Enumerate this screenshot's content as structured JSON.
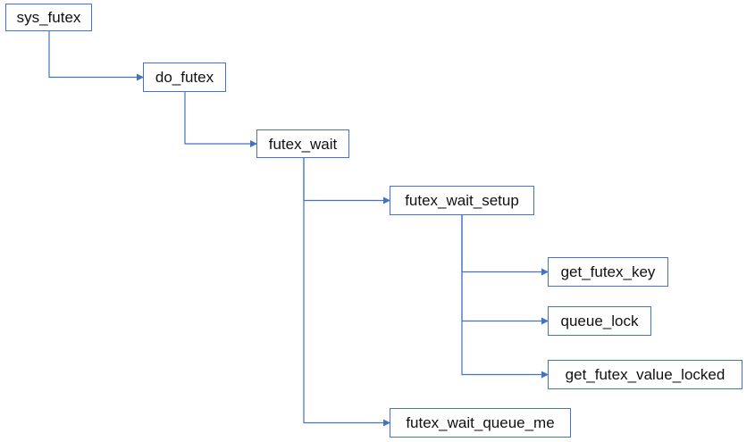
{
  "colors": {
    "line": "#4472c4",
    "box_border": "#4472c4",
    "text": "#111111"
  },
  "nodes": {
    "sys_futex": "sys_futex",
    "do_futex": "do_futex",
    "futex_wait": "futex_wait",
    "futex_wait_setup": "futex_wait_setup",
    "get_futex_key": "get_futex_key",
    "queue_lock": "queue_lock",
    "get_futex_value_locked": "get_futex_value_locked",
    "futex_wait_queue_me": "futex_wait_queue_me"
  },
  "edges": [
    {
      "from": "sys_futex",
      "to": "do_futex"
    },
    {
      "from": "do_futex",
      "to": "futex_wait"
    },
    {
      "from": "futex_wait",
      "to": "futex_wait_setup"
    },
    {
      "from": "futex_wait",
      "to": "futex_wait_queue_me"
    },
    {
      "from": "futex_wait_setup",
      "to": "get_futex_key"
    },
    {
      "from": "futex_wait_setup",
      "to": "queue_lock"
    },
    {
      "from": "futex_wait_setup",
      "to": "get_futex_value_locked"
    }
  ]
}
